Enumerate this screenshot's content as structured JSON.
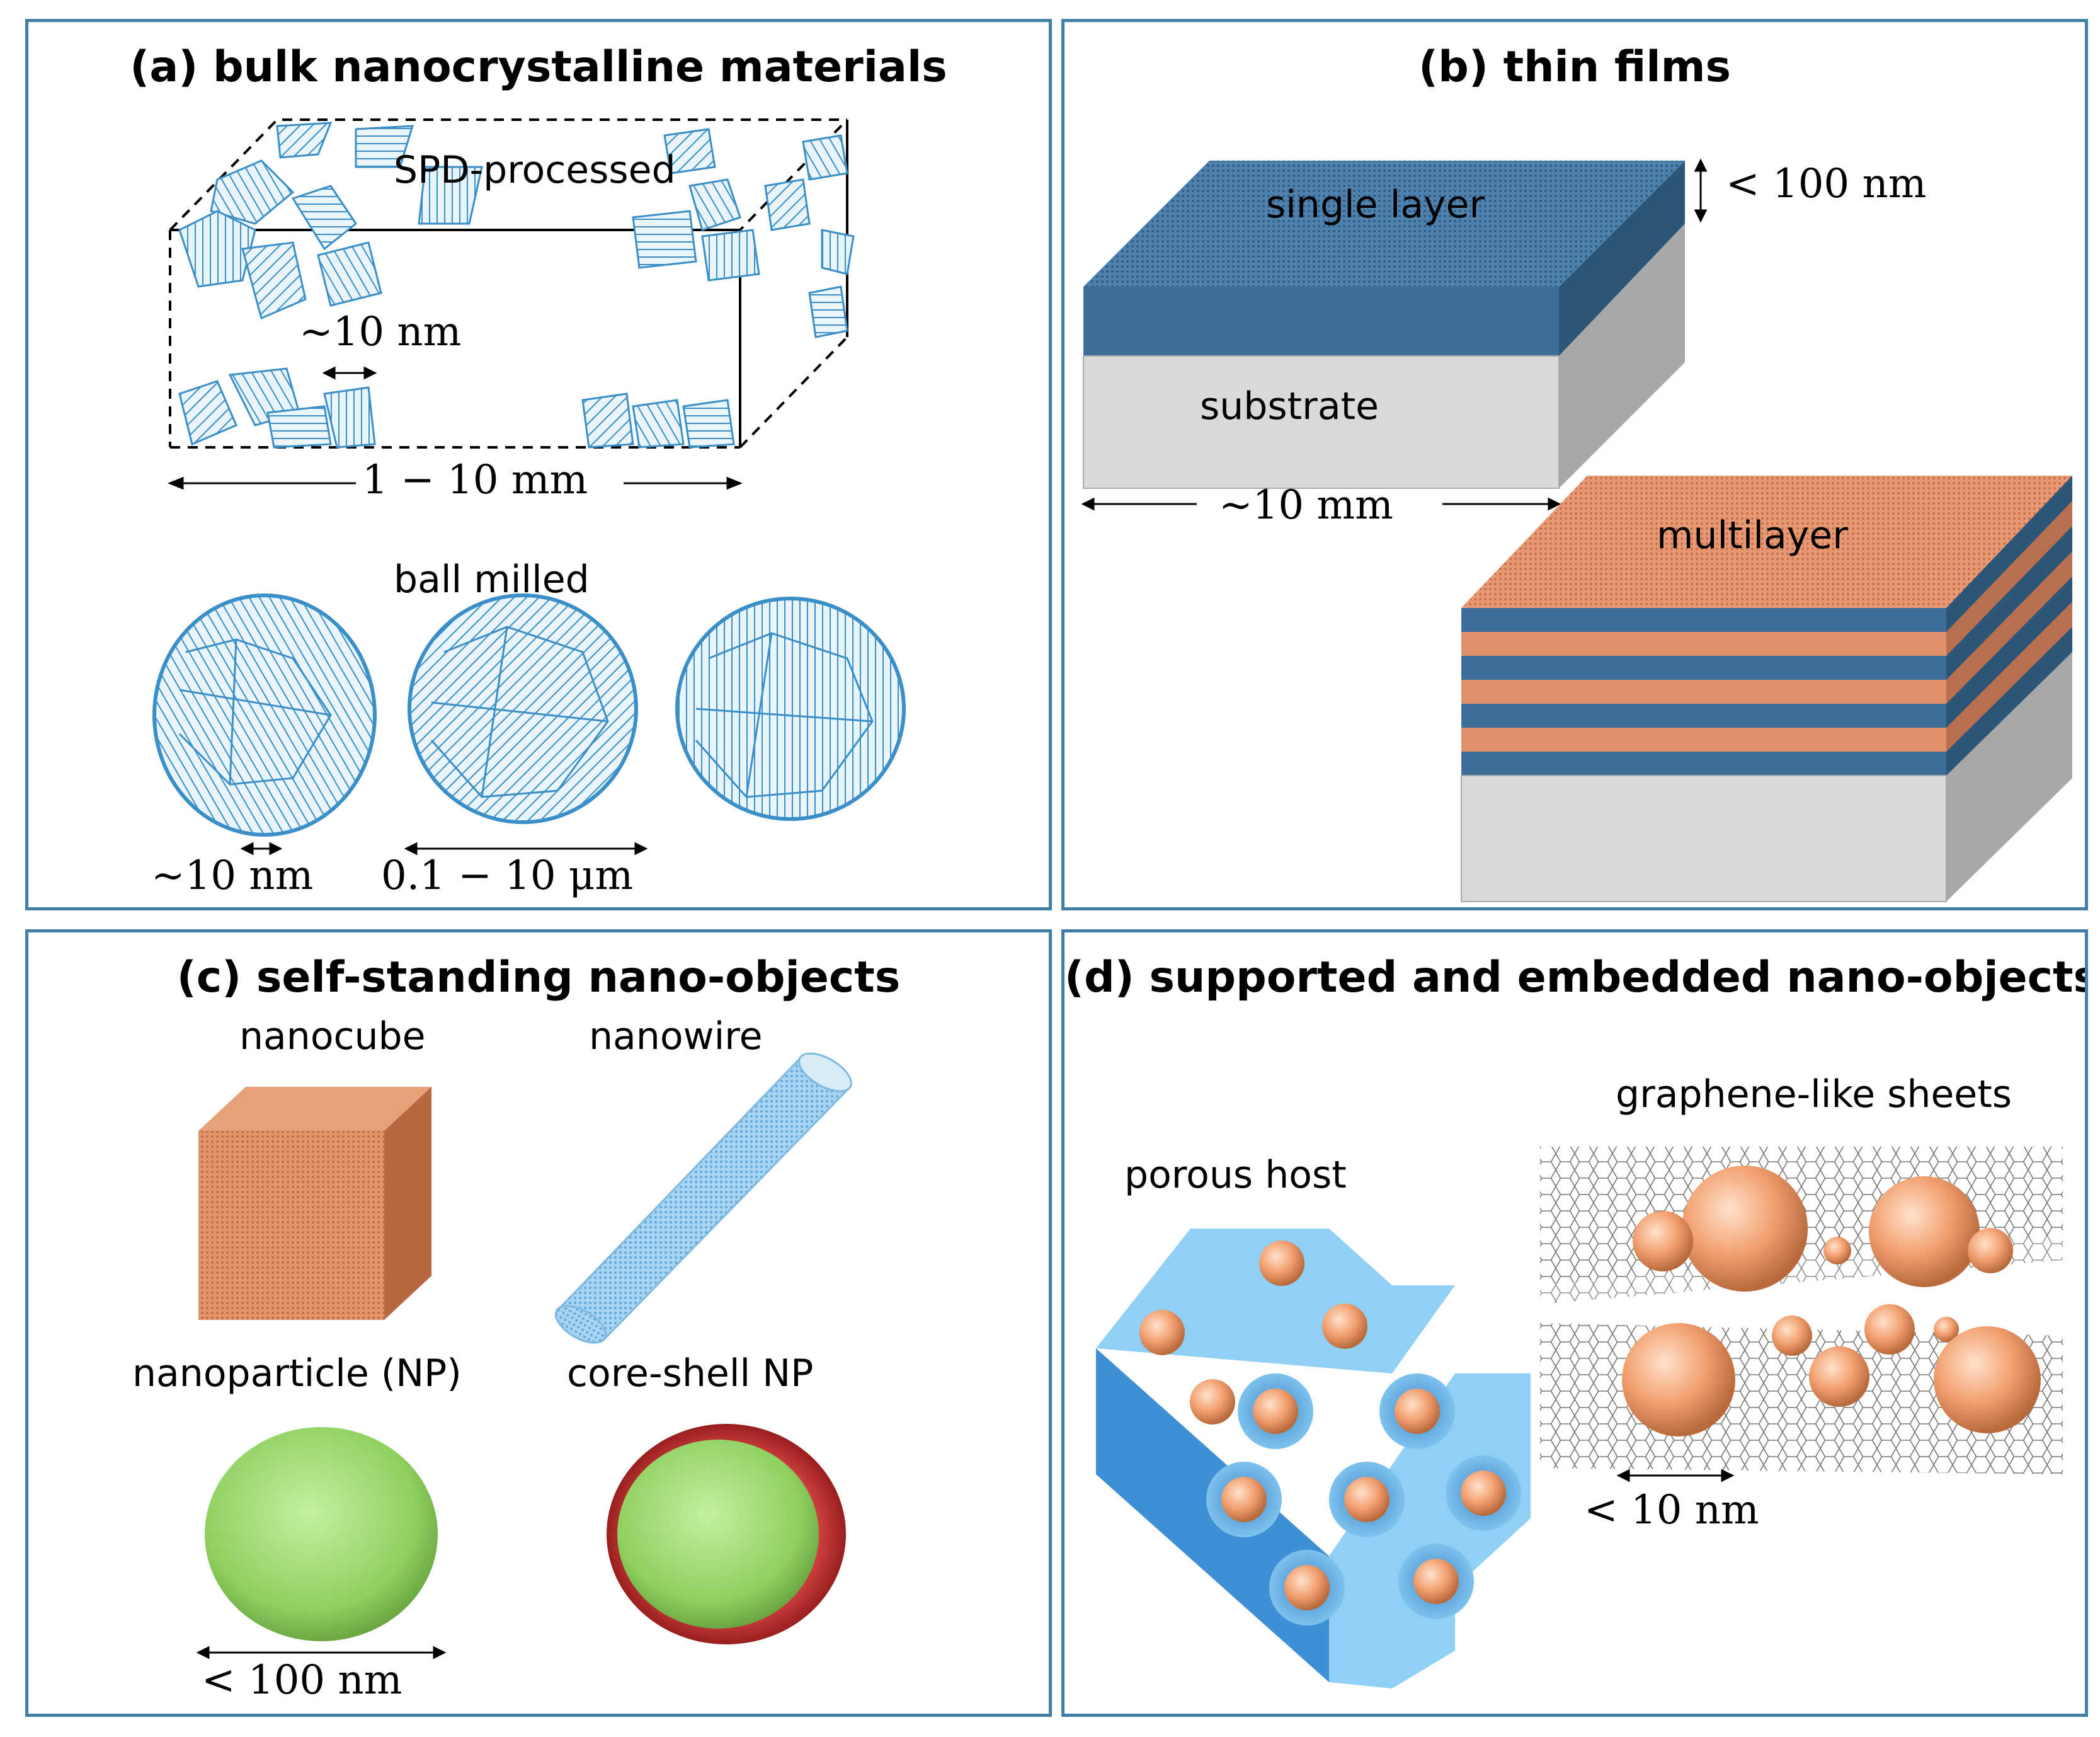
{
  "panels": {
    "a": {
      "title": "(a) bulk nanocrystalline materials",
      "spd_label": "SPD-processed",
      "grain_size": "~10  nm",
      "bulk_size": "1 − 10  mm",
      "ball_label": "ball milled",
      "ball_grain_size": "~10  nm",
      "ball_size": "0.1 − 10  μm"
    },
    "b": {
      "title": "(b)  thin films",
      "single_label": "single layer",
      "thickness": "< 100 nm",
      "substrate_label": "substrate",
      "width": "~10  mm",
      "multi_label": "multilayer"
    },
    "c": {
      "title": "(c) self-standing nano-objects",
      "cube_label": "nanocube",
      "wire_label": "nanowire",
      "np_label": "nanoparticle (NP)",
      "cs_label": "core-shell NP",
      "size": "< 100 nm"
    },
    "d": {
      "title": "(d) supported and embedded nano-objects",
      "porous_label": "porous host",
      "graphene_label": "graphene-like sheets",
      "size": "< 10 nm"
    }
  },
  "colors": {
    "border": "#3f7fa8",
    "grain_blue": "#3a8fc8",
    "film_blue": "#3f6f98",
    "film_orange": "#e0906a",
    "substrate_gray": "#d4d4d4",
    "np_green": "#9ad870",
    "shell_red": "#c03030",
    "particle_orange": "#f0a070",
    "host_blue": "#5fb0e8"
  }
}
